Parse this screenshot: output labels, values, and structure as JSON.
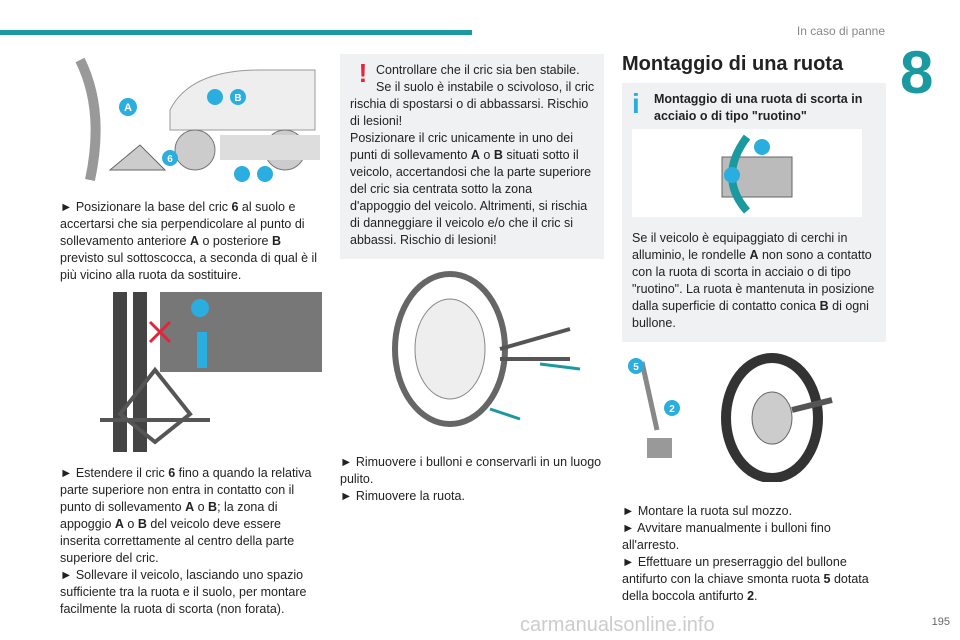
{
  "header": {
    "section": "In caso di panne",
    "chapter": "8"
  },
  "left": {
    "p1": [
      "► Posizionare la base del cric ",
      "6",
      " al suolo e accertarsi che sia perpendicolare al punto di sollevamento anteriore ",
      "A",
      " o posteriore ",
      "B",
      " previsto sul sottoscocca, a seconda di qual è il più vicino alla ruota da sostituire."
    ],
    "p2": [
      "► Estendere il cric ",
      "6",
      " fino a quando la relativa parte superiore non entra in contatto con il punto di sollevamento ",
      "A",
      " o ",
      "B",
      "; la zona di appoggio ",
      "A",
      " o ",
      "B",
      " del veicolo deve essere inserita correttamente al centro della parte superiore del cric."
    ],
    "p3": "► Sollevare il veicolo, lasciando uno spazio sufficiente tra la ruota e il suolo, per montare facilmente la ruota di scorta (non forata)."
  },
  "middle": {
    "warning": [
      "Controllare che il cric sia ben stabile. Se il suolo è instabile o scivoloso, il cric rischia di spostarsi o di abbassarsi. Rischio di lesioni!",
      "Posizionare il cric unicamente in uno dei punti di sollevamento ",
      "A",
      " o ",
      "B",
      " situati sotto il veicolo, accertandosi che la parte superiore del cric sia centrata sotto la zona d'appoggio del veicolo. Altrimenti, si rischia di danneggiare il veicolo e/o che il cric si abbassi. Rischio di lesioni!"
    ],
    "p1": "► Rimuovere i bulloni e conservarli in un luogo pulito.",
    "p2": "► Rimuovere la ruota."
  },
  "right": {
    "title": "Montaggio di una ruota",
    "info_title": "Montaggio di una ruota di scorta in acciaio o di tipo \"ruotino\"",
    "info_text": [
      "Se il veicolo è equipaggiato di cerchi in alluminio, le rondelle ",
      "A",
      " non sono a contatto con la ruota di scorta in acciaio o di tipo \"ruotino\". La ruota è mantenuta in posizione dalla superficie di contatto conica ",
      "B",
      " di ogni bullone."
    ],
    "p1": "► Montare la ruota sul mozzo.",
    "p2": "► Avvitare manualmente i bulloni fino all'arresto.",
    "p3": [
      "► Effettuare un preserraggio del bullone antifurto con la chiave smonta ruota ",
      "5",
      " dotata della boccola antifurto ",
      "2",
      "."
    ]
  },
  "labels": {
    "a": "A",
    "b": "B",
    "six": "6",
    "five": "5",
    "two": "2"
  },
  "footer": {
    "page": "195",
    "watermark": "carmanualsonline.info"
  }
}
